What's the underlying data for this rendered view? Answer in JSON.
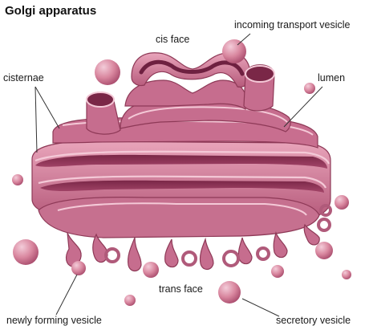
{
  "title": "Golgi apparatus",
  "labels": {
    "cis_face": "cis face",
    "incoming_transport_vesicle": "incoming transport vesicle",
    "cisternae": "cisternae",
    "lumen": "lumen",
    "trans_face": "trans face",
    "newly_forming_vesicle": "newly forming vesicle",
    "secretory_vesicle": "secretory vesicle"
  },
  "colors": {
    "membrane": "#c76c8c",
    "membrane_dark": "#8e3957",
    "lumen_inner": "#6e2040",
    "highlight": "#f4c9d7",
    "leader_line": "#333333"
  }
}
